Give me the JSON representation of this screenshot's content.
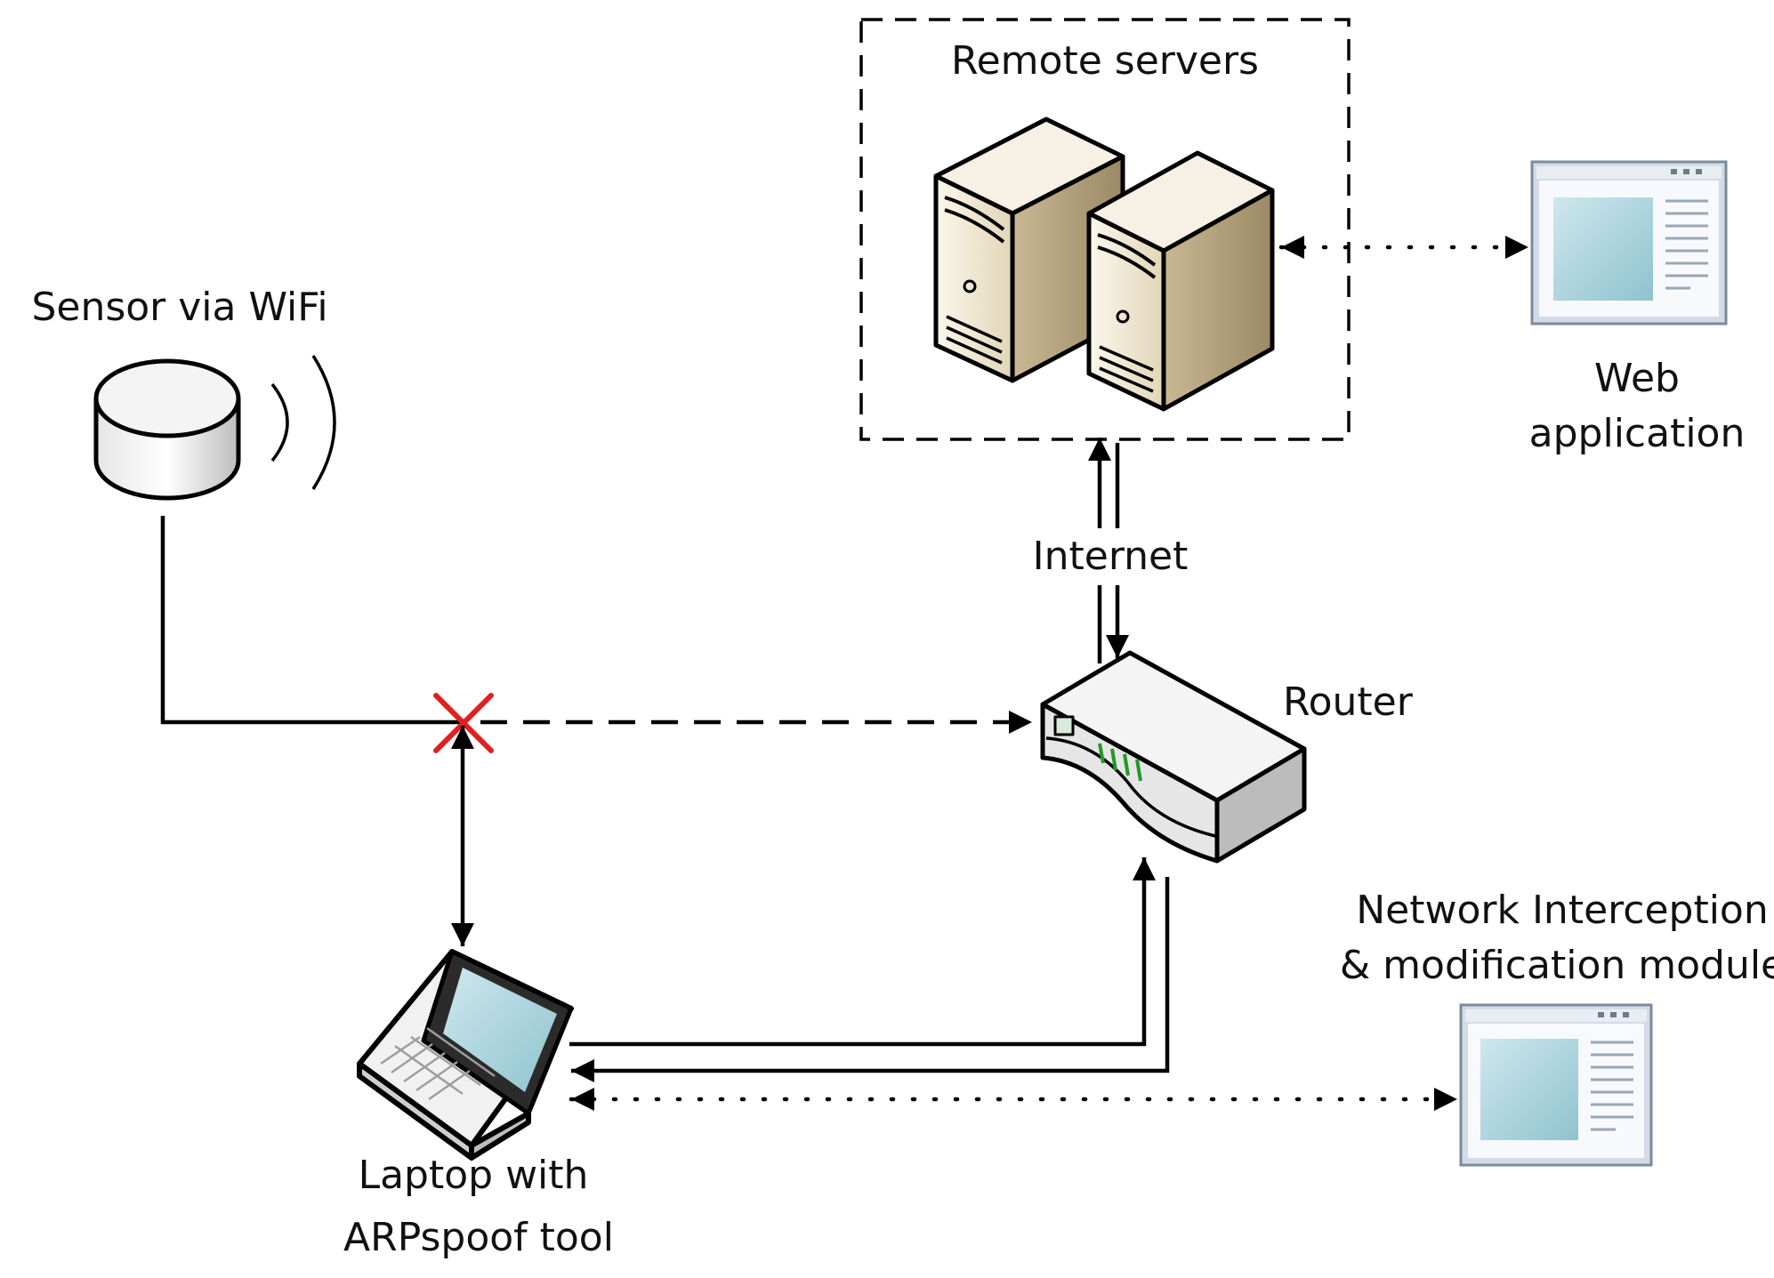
{
  "labels": {
    "remote_servers": "Remote servers",
    "web_line1": "Web",
    "web_line2": "application",
    "sensor": "Sensor via WiFi",
    "internet": "Internet",
    "router": "Router",
    "nim_line1": "Network Interception",
    "nim_line2": "& modification module",
    "laptop_line1": "Laptop with",
    "laptop_line2": "ARPspoof tool"
  },
  "colors": {
    "server_body": "#e9e0c8",
    "server_side": "#b3a07e",
    "router_body": "#f0f0f0",
    "router_led": "#1f9a2a",
    "screen": "#a7d2dc",
    "window_frame": "#d2dbe6",
    "cross": "#e02020",
    "line": "#000000"
  }
}
